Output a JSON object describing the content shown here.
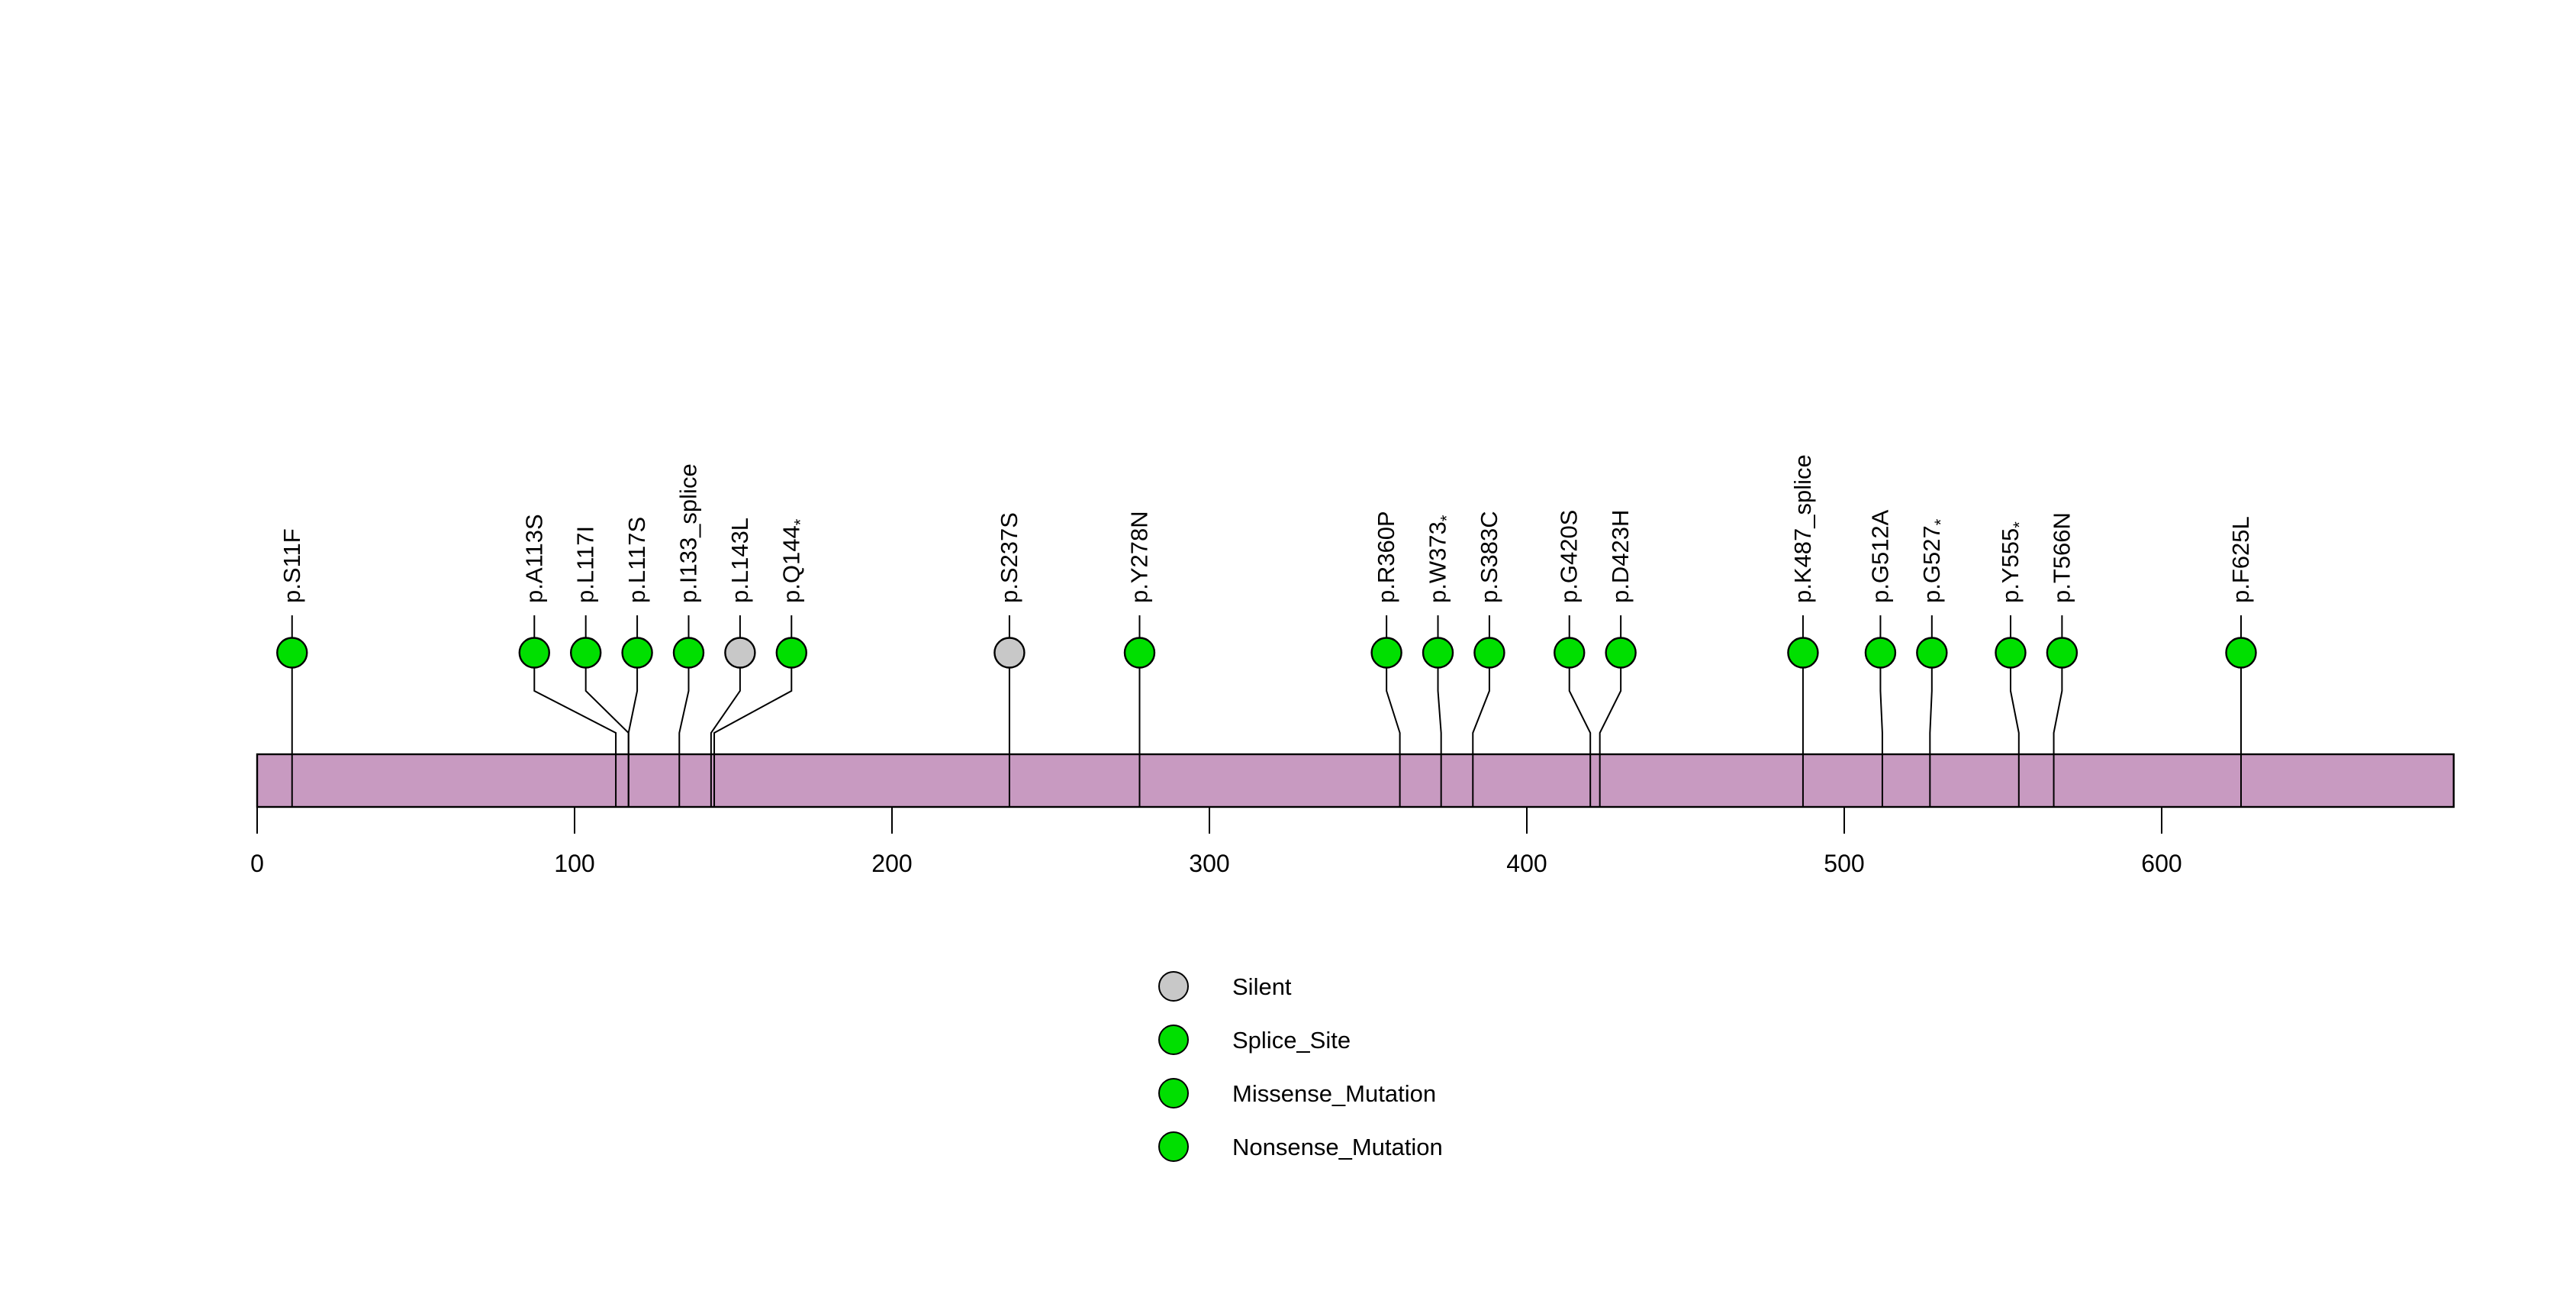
{
  "figure": {
    "kind": "lollipop mutation plot",
    "background": "#ffffff"
  },
  "colors": {
    "silent": "#C8C8C8",
    "splice_site": "#00DF00",
    "missense_mutation": "#00DF00",
    "nonsense_mutation": "#00DF00",
    "backbone": "#C89AC1",
    "stroke": "#000000"
  },
  "legend": {
    "items": [
      {
        "label": "Silent",
        "color": "#C8C8C8"
      },
      {
        "label": "Splice_Site",
        "color": "#00DF00"
      },
      {
        "label": "Missense_Mutation",
        "color": "#00DF00"
      },
      {
        "label": "Nonsense_Mutation",
        "color": "#00DF00"
      }
    ]
  },
  "chart_data": {
    "type": "scatter",
    "subtype": "lollipop-mutation-plot",
    "title": "",
    "xlabel": "",
    "ylabel": "",
    "xlim": [
      0,
      692
    ],
    "x_ticks": [
      0,
      100,
      200,
      300,
      400,
      500,
      600
    ],
    "x_tick_labels": [
      "0",
      "100",
      "200",
      "300",
      "400",
      "500",
      "600"
    ],
    "grid": false,
    "legend_position": "bottom-center",
    "protein": {
      "start": 0,
      "end": 692,
      "backbone_color": "#C89AC1"
    },
    "points": [
      {
        "label": "p.S11F",
        "label_base": "p.S11F",
        "label_sub": "",
        "x": 11,
        "classification": "Missense_Mutation",
        "color": "#00DF00"
      },
      {
        "label": "p.A113S",
        "label_base": "p.A113S",
        "label_sub": "",
        "x": 113,
        "classification": "Missense_Mutation",
        "color": "#00DF00"
      },
      {
        "label": "p.L117I",
        "label_base": "p.L117I",
        "label_sub": "",
        "x": 117,
        "classification": "Missense_Mutation",
        "color": "#00DF00"
      },
      {
        "label": "p.L117S",
        "label_base": "p.L117S",
        "label_sub": "",
        "x": 117,
        "classification": "Missense_Mutation",
        "color": "#00DF00"
      },
      {
        "label": "p.I133_splice",
        "label_base": "p.I133_splice",
        "label_sub": "",
        "x": 133,
        "classification": "Splice_Site",
        "color": "#00DF00"
      },
      {
        "label": "p.L143L",
        "label_base": "p.L143L",
        "label_sub": "",
        "x": 143,
        "classification": "Silent",
        "color": "#C8C8C8"
      },
      {
        "label": "p.Q144*",
        "label_base": "p.Q144",
        "label_sub": "*",
        "x": 144,
        "classification": "Nonsense_Mutation",
        "color": "#00DF00"
      },
      {
        "label": "p.S237S",
        "label_base": "p.S237S",
        "label_sub": "",
        "x": 237,
        "classification": "Silent",
        "color": "#C8C8C8"
      },
      {
        "label": "p.Y278N",
        "label_base": "p.Y278N",
        "label_sub": "",
        "x": 278,
        "classification": "Missense_Mutation",
        "color": "#00DF00"
      },
      {
        "label": "p.R360P",
        "label_base": "p.R360P",
        "label_sub": "",
        "x": 360,
        "classification": "Missense_Mutation",
        "color": "#00DF00"
      },
      {
        "label": "p.W373*",
        "label_base": "p.W373",
        "label_sub": "*",
        "x": 373,
        "classification": "Nonsense_Mutation",
        "color": "#00DF00"
      },
      {
        "label": "p.S383C",
        "label_base": "p.S383C",
        "label_sub": "",
        "x": 383,
        "classification": "Missense_Mutation",
        "color": "#00DF00"
      },
      {
        "label": "p.G420S",
        "label_base": "p.G420S",
        "label_sub": "",
        "x": 420,
        "classification": "Missense_Mutation",
        "color": "#00DF00"
      },
      {
        "label": "p.D423H",
        "label_base": "p.D423H",
        "label_sub": "",
        "x": 423,
        "classification": "Missense_Mutation",
        "color": "#00DF00"
      },
      {
        "label": "p.K487_splice",
        "label_base": "p.K487_splice",
        "label_sub": "",
        "x": 487,
        "classification": "Splice_Site",
        "color": "#00DF00"
      },
      {
        "label": "p.G512A",
        "label_base": "p.G512A",
        "label_sub": "",
        "x": 512,
        "classification": "Missense_Mutation",
        "color": "#00DF00"
      },
      {
        "label": "p.G527*",
        "label_base": "p.G527",
        "label_sub": "*",
        "x": 527,
        "classification": "Nonsense_Mutation",
        "color": "#00DF00"
      },
      {
        "label": "p.Y555*",
        "label_base": "p.Y555",
        "label_sub": "*",
        "x": 555,
        "classification": "Nonsense_Mutation",
        "color": "#00DF00"
      },
      {
        "label": "p.T566N",
        "label_base": "p.T566N",
        "label_sub": "",
        "x": 566,
        "classification": "Missense_Mutation",
        "color": "#00DF00"
      },
      {
        "label": "p.F625L",
        "label_base": "p.F625L",
        "label_sub": "",
        "x": 625,
        "classification": "Missense_Mutation",
        "color": "#00DF00"
      }
    ],
    "legend_entries": [
      "Silent",
      "Splice_Site",
      "Missense_Mutation",
      "Nonsense_Mutation"
    ]
  }
}
